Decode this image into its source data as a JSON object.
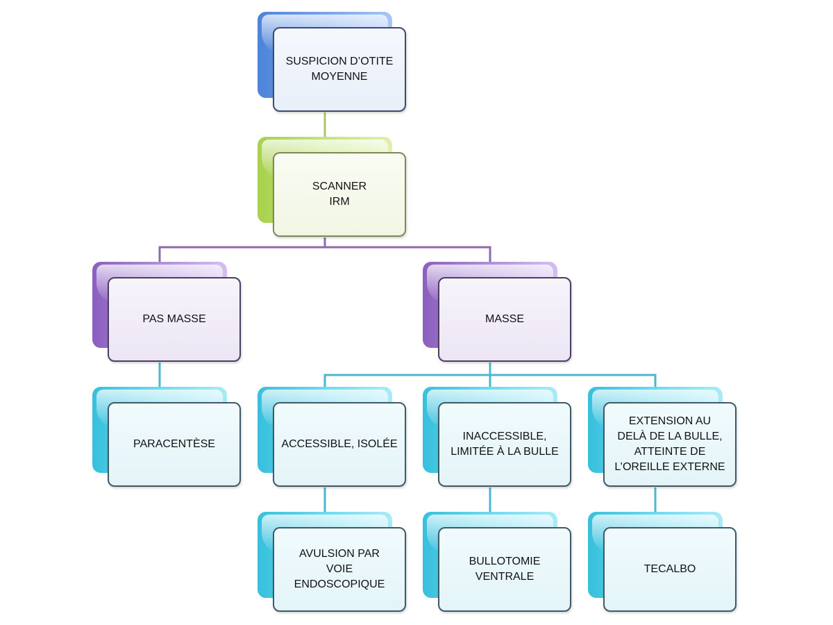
{
  "nodes": {
    "suspicion": "SUSPICION D’OTITE\nMOYENNE",
    "scanner": "SCANNER\nIRM",
    "pas_masse": "PAS MASSE",
    "masse": "MASSE",
    "paracentese": "PARACENTÈSE",
    "accessible": "ACCESSIBLE, ISOLÉE",
    "inaccessible": "INACCESSIBLE,\nLIMITÉE À LA BULLE",
    "extension": "EXTENSION AU\nDELÀ DE LA BULLE,\nATTEINTE DE\nL’OREILLE EXTERNE",
    "avulsion": "AVULSION PAR\nVOIE\nENDOSCOPIQUE",
    "bullotomie": "BULLOTOMIE\nVENTRALE",
    "tecalbo": "TECALBO"
  },
  "colors": {
    "level1": "#4d84d9",
    "level2": "#a8d14e",
    "level3": "#8c5fbf",
    "level4": "#37c0dd",
    "connector_green": "#a9c765",
    "connector_purple": "#8e6aab",
    "connector_cyan": "#4cb6cc"
  }
}
